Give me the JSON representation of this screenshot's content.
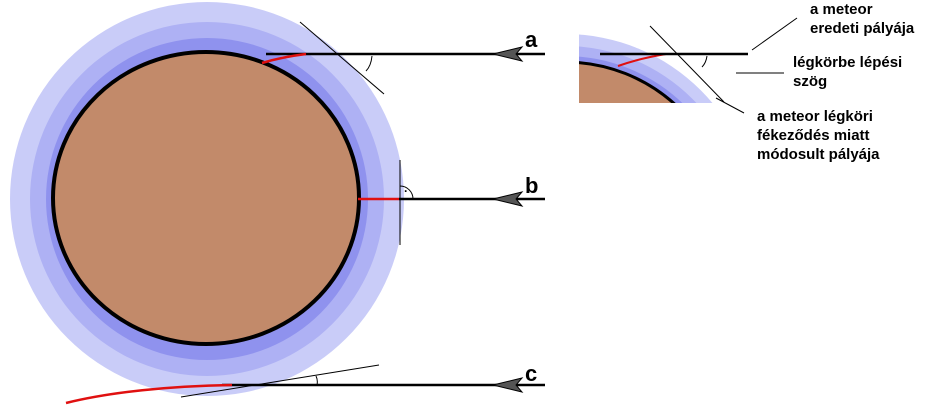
{
  "paths": [
    {
      "id": "a",
      "label": "a"
    },
    {
      "id": "b",
      "label": "b"
    },
    {
      "id": "c",
      "label": "c"
    }
  ],
  "callouts": {
    "original_path": [
      "a meteor",
      "eredeti pályája"
    ],
    "entry_angle": [
      "légkörbe lépési",
      "szög"
    ],
    "modified_path": [
      "a meteor légköri",
      "fékeződés miatt",
      "módosult pályája"
    ]
  },
  "right_angle_mark": "·",
  "colors": {
    "planet": "#c28a6a",
    "atmosphere_outer": "#c9ccf8",
    "atmosphere_mid": "#aeb1f4",
    "atmosphere_inner": "#8f92ee",
    "trajectory": "#000000",
    "modified_path": "#e01010"
  }
}
